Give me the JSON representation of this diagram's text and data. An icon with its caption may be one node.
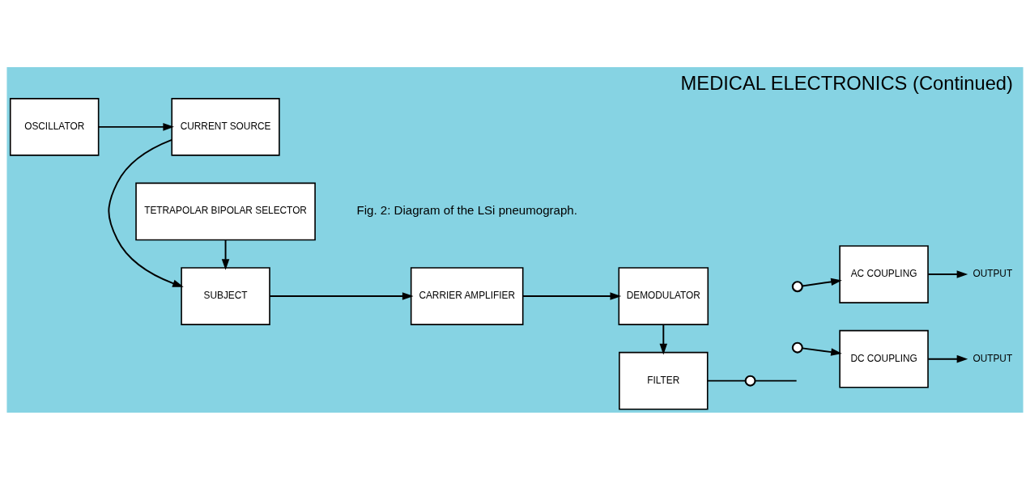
{
  "diagram": {
    "title": "MEDICAL ELECTRONICS (Continued)",
    "caption": "Fig. 2: Diagram of the LSi pneumograph.",
    "nodes": [
      {
        "text": [
          "OSCILLATOR"
        ]
      },
      {
        "text": [
          "CURRENT SOURCE"
        ]
      },
      {
        "text": [
          "SUBJECT"
        ]
      },
      {
        "text": [
          "TETRAPOLAR BIPOLAR SELECTOR"
        ]
      },
      {
        "text": [
          "CARRIER AMPLIFIER"
        ]
      },
      {
        "text": [
          "DEMODULATOR"
        ]
      },
      {
        "text": [
          "FILTER"
        ]
      },
      {
        "text": [
          "AC COUPLING"
        ]
      },
      {
        "text": [
          "DC COUPLING"
        ]
      },
      {
        "text": [
          "OUTPUT"
        ]
      },
      {
        "text": [
          "OUTPUT"
        ]
      },
      {
        "text": [],
        "shape": "circle"
      },
      {
        "text": [],
        "shape": "circle"
      },
      {
        "text": [],
        "shape": "circle"
      }
    ],
    "edges": [
      {
        "from": 0,
        "to": 1,
        "arrow": "to"
      },
      {
        "from": 1,
        "to": 2,
        "arrow": "to"
      },
      {
        "from": 3,
        "to": 2,
        "arrow": "to"
      },
      {
        "from": 2,
        "to": 4,
        "arrow": "to"
      },
      {
        "from": 4,
        "to": 5,
        "arrow": "to"
      },
      {
        "from": 5,
        "to": 6,
        "arrow": "to"
      },
      {
        "from": 6,
        "to": 11,
        "arrow": "none"
      },
      {
        "from": 11,
        "to": null,
        "arrow": "none"
      },
      {
        "from": 12,
        "to": 7,
        "arrow": "to"
      },
      {
        "from": 13,
        "to": 8,
        "arrow": "to"
      },
      {
        "from": 7,
        "to": 9,
        "arrow": "to"
      },
      {
        "from": 8,
        "to": 10,
        "arrow": "to"
      }
    ]
  }
}
